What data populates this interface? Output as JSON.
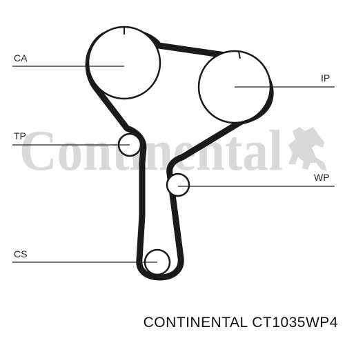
{
  "diagram": {
    "labels": {
      "ca": "CA",
      "ip": "IP",
      "tp": "TP",
      "wp": "WP",
      "cs": "CS"
    },
    "colors": {
      "belt": "#1a1a1a",
      "line": "#222222",
      "watermark": "#d9d9d9"
    }
  },
  "watermark": {
    "brand": "Continental"
  },
  "footer": {
    "part_number": "CONTINENTAL CT1035WP4"
  }
}
